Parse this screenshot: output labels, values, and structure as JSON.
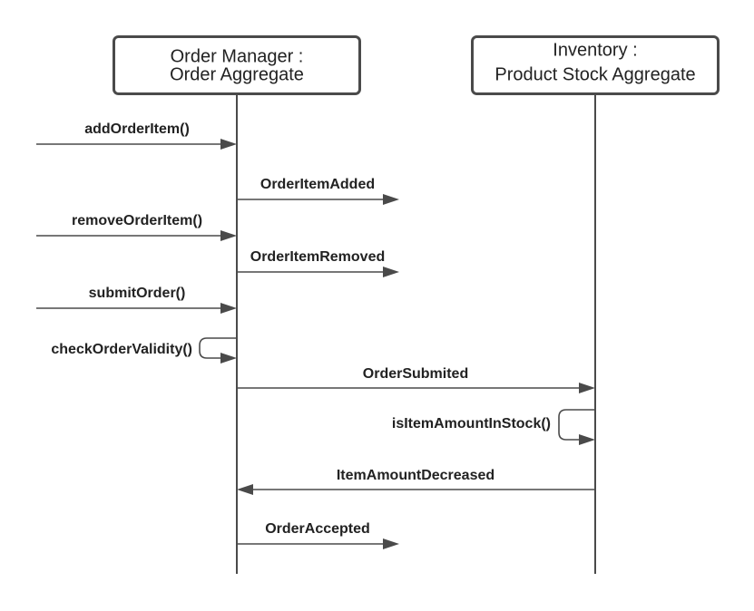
{
  "lifelines": [
    {
      "id": "order",
      "line1": "Order Manager :",
      "line2": "Order Aggregate"
    },
    {
      "id": "inventory",
      "line1": "Inventory :",
      "line2": "Product Stock Aggregate"
    }
  ],
  "messages": [
    {
      "id": "m1",
      "label": "addOrderItem()",
      "kind": "incoming",
      "target": "order"
    },
    {
      "id": "m2",
      "label": "OrderItemAdded",
      "kind": "outgoing",
      "source": "order"
    },
    {
      "id": "m3",
      "label": "removeOrderItem()",
      "kind": "incoming",
      "target": "order"
    },
    {
      "id": "m4",
      "label": "OrderItemRemoved",
      "kind": "outgoing",
      "source": "order"
    },
    {
      "id": "m5",
      "label": "submitOrder()",
      "kind": "incoming",
      "target": "order"
    },
    {
      "id": "m6",
      "label": "checkOrderValidity()",
      "kind": "self",
      "source": "order"
    },
    {
      "id": "m7",
      "label": "OrderSubmited",
      "kind": "call",
      "source": "order",
      "target": "inventory"
    },
    {
      "id": "m8",
      "label": "isItemAmountInStock()",
      "kind": "self",
      "source": "inventory"
    },
    {
      "id": "m9",
      "label": "ItemAmountDecreased",
      "kind": "call",
      "source": "inventory",
      "target": "order"
    },
    {
      "id": "m10",
      "label": "OrderAccepted",
      "kind": "outgoing",
      "source": "order"
    }
  ],
  "colors": {
    "stroke": "#4a4a4a",
    "text": "#222222",
    "background": "#ffffff"
  }
}
